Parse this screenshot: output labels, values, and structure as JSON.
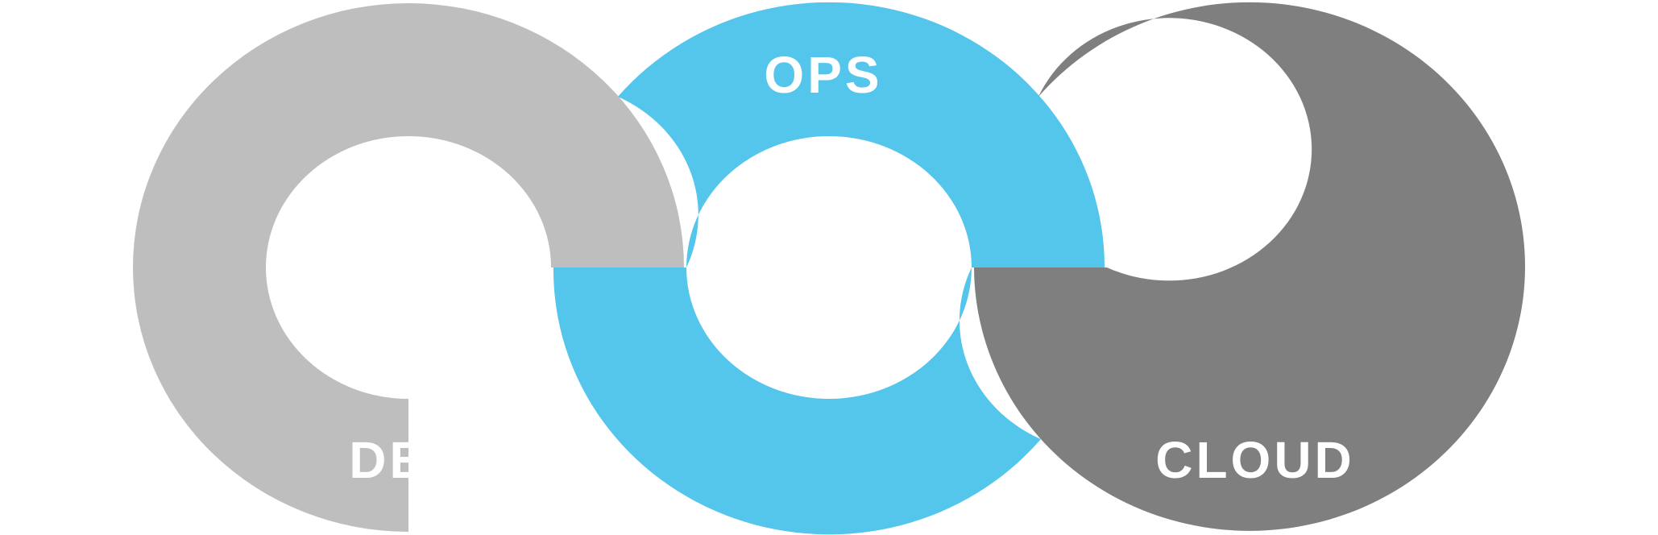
{
  "rings": [
    {
      "id": "dev",
      "label": "DEV",
      "color": "#bebebe"
    },
    {
      "id": "ops",
      "label": "OPS",
      "color": "#54c6ec"
    },
    {
      "id": "cloud",
      "label": "CLOUD",
      "color": "#7f7f7f"
    }
  ],
  "background": "#ffffff"
}
